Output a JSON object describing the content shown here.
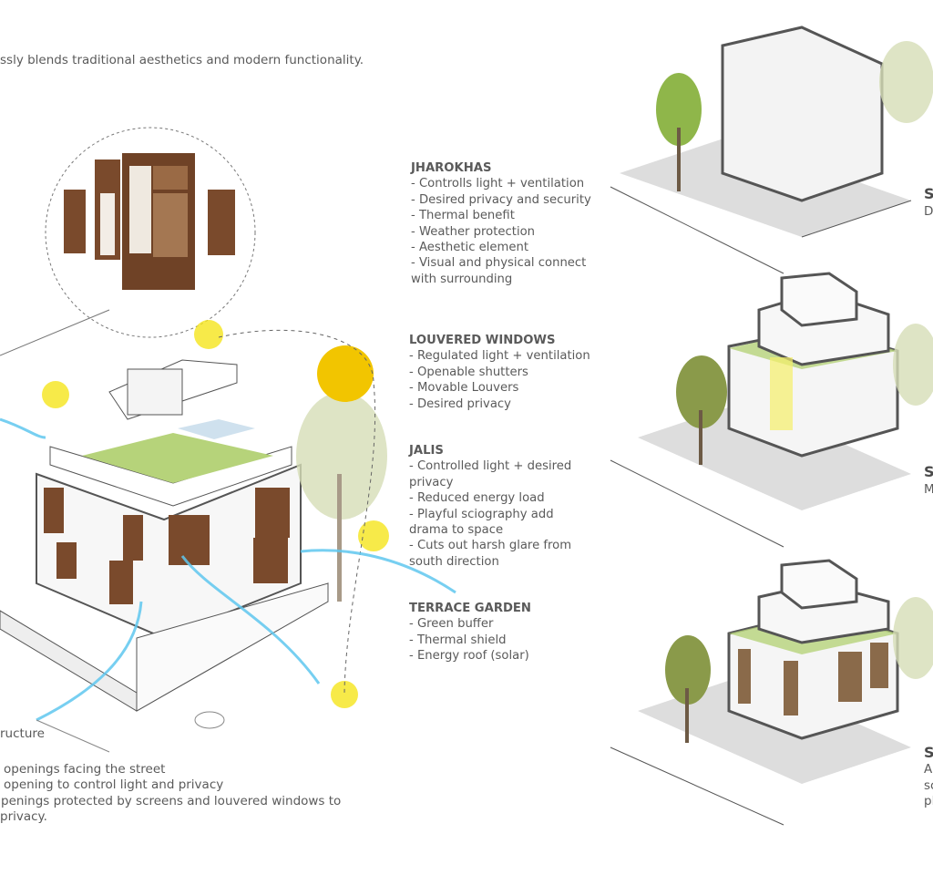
{
  "intro": "ssly blends traditional aesthetics and modern functionality.",
  "features": [
    {
      "title": "JHAROKHAS",
      "items": [
        "- Controlls light + ventilation",
        "- Desired privacy and security",
        "- Thermal benefit",
        "- Weather protection",
        "- Aesthetic element",
        "- Visual and physical connect",
        "with surrounding"
      ]
    },
    {
      "title": "LOUVERED WINDOWS",
      "items": [
        "- Regulated light + ventilation",
        "- Openable shutters",
        "- Movable Louvers",
        "- Desired privacy"
      ]
    },
    {
      "title": "JALIS",
      "items": [
        "- Controlled light + desired",
        "privacy",
        "- Reduced energy load",
        "- Playful sciography add",
        "drama to space",
        "- Cuts out harsh glare from",
        "south direction"
      ]
    },
    {
      "title": "TERRACE GARDEN",
      "items": [
        "- Green buffer",
        "- Thermal shield",
        "- Energy roof (solar)"
      ]
    }
  ],
  "left_caption": "ructure",
  "bottom_lines": [
    "openings facing the street",
    "opening to control light and privacy",
    "penings protected by screens and louvered windows to",
    "privacy."
  ],
  "stages": [
    {
      "title": "S",
      "lines": [
        "D"
      ]
    },
    {
      "title": "S",
      "lines": [
        "M"
      ]
    },
    {
      "title": "S",
      "lines": [
        "A",
        "sc",
        "pl"
      ]
    }
  ],
  "colors": {
    "sun": "#f5d800",
    "wind": "#4fc3f7",
    "green": "#b6d37a",
    "wood": "#7a4a2c"
  }
}
